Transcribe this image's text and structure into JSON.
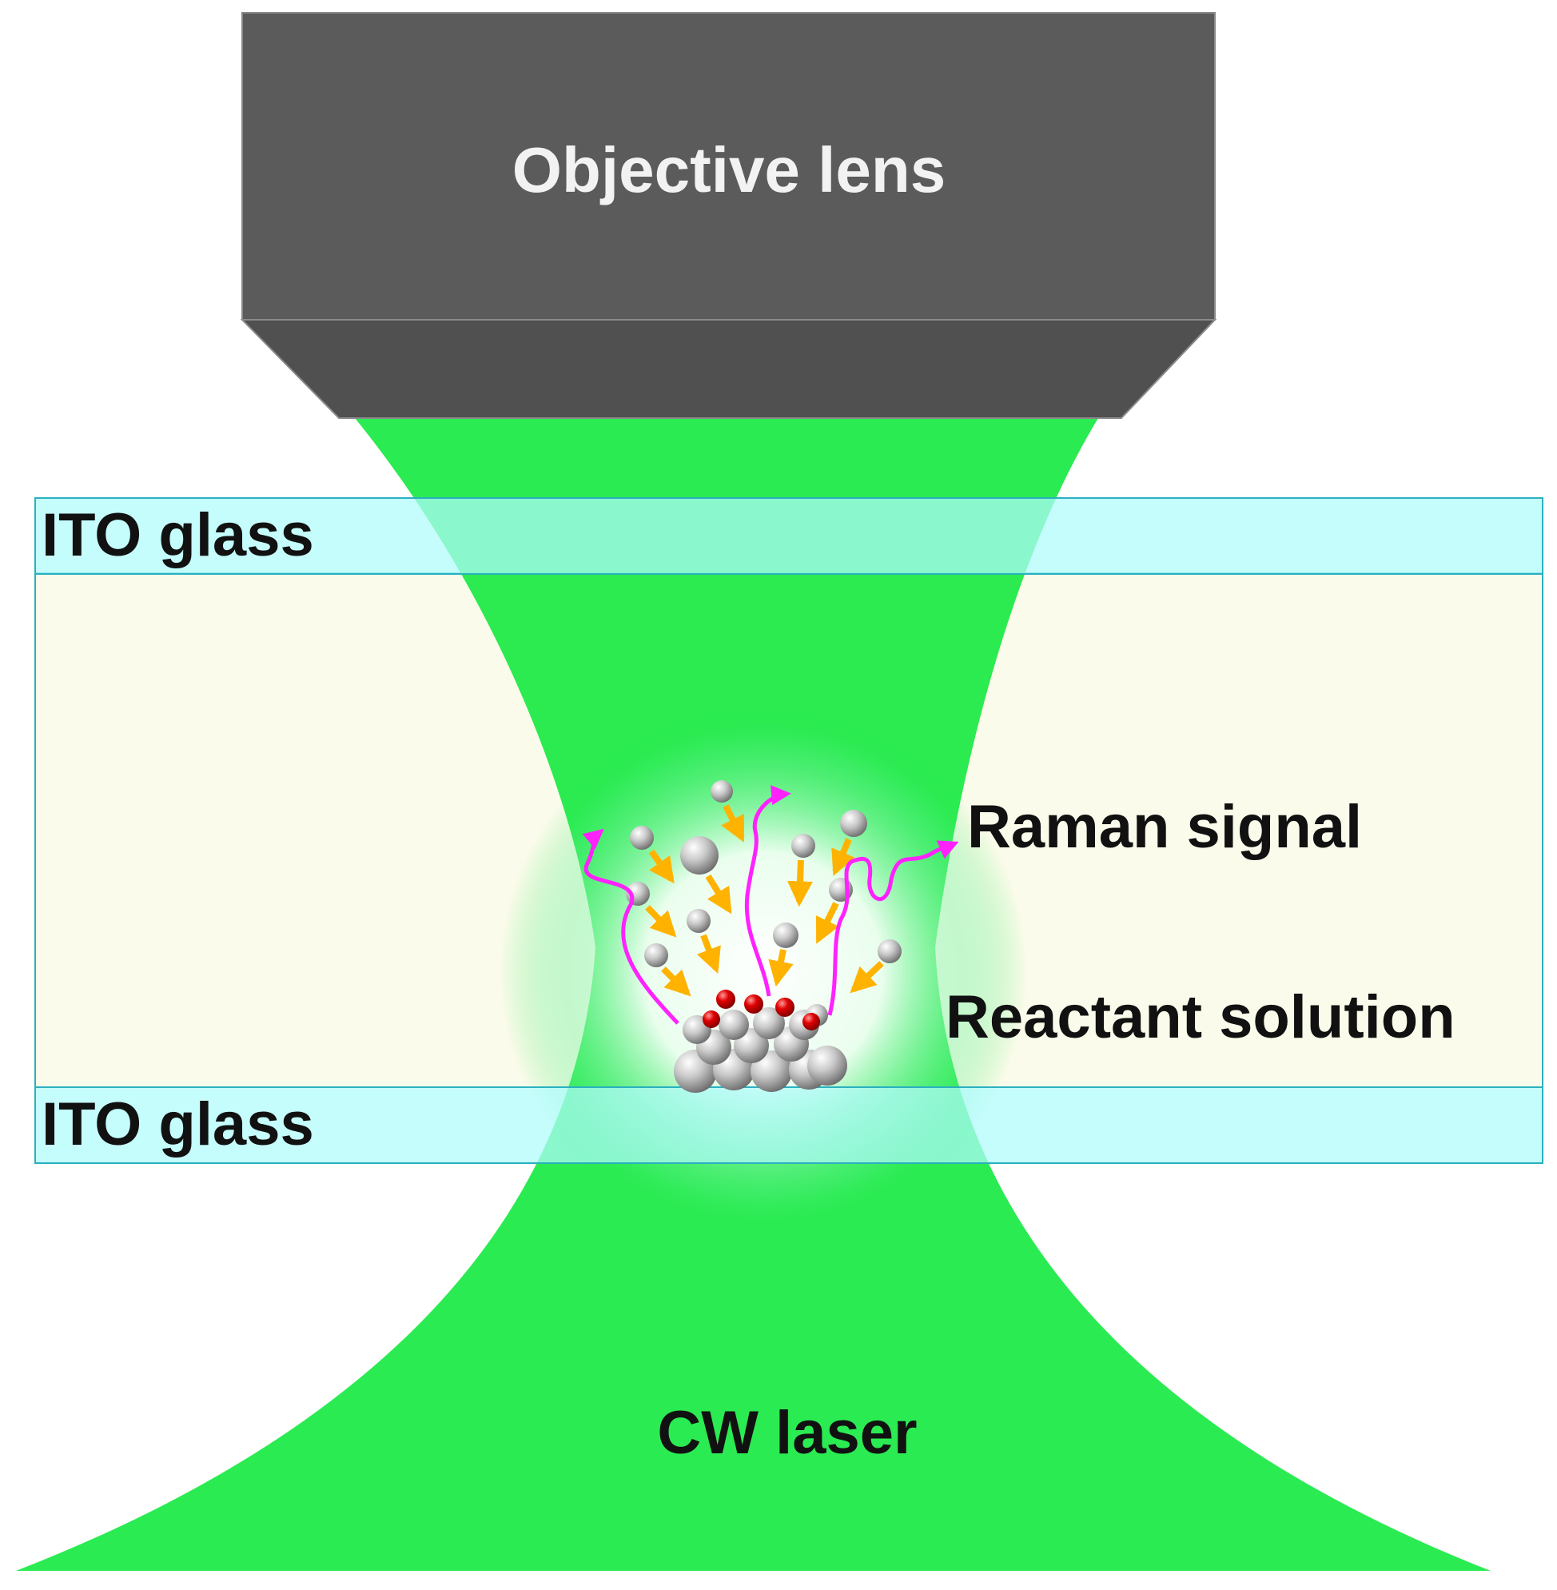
{
  "labels": {
    "objective_lens": "Objective lens",
    "ito_glass_top": "ITO glass",
    "ito_glass_bottom": "ITO glass",
    "raman_signal": "Raman signal",
    "reactant_solution": "Reactant solution",
    "cw_laser": "CW laser"
  },
  "colors": {
    "objective_body": "#5b5b5b",
    "objective_label": "#f2f2f2",
    "laser_green": "#0ee83a",
    "ito_glass": "#aefbfb",
    "ito_border": "#2ab0c0",
    "solution": "#fafbea",
    "raman_arrow": "#ff22ff",
    "migration_arrow": "#ffb300",
    "product_particle": "#e00000",
    "label_text": "#111111"
  }
}
